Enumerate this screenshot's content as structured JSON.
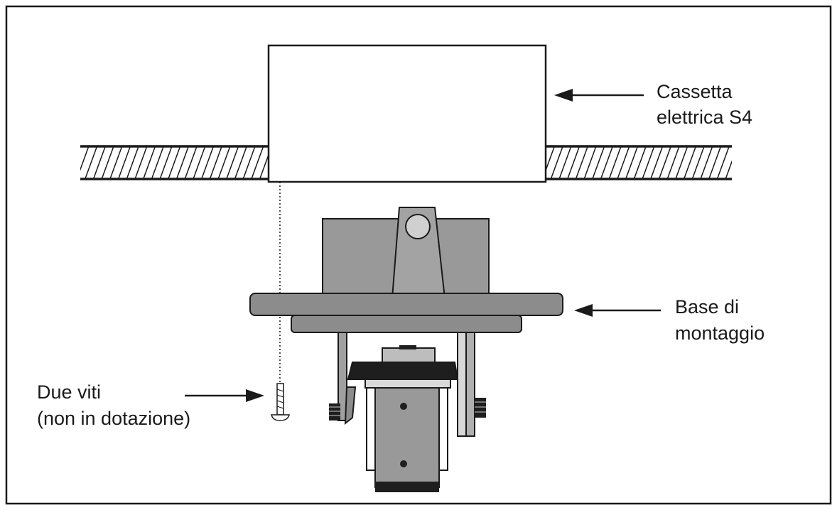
{
  "labels": {
    "electrical_box": [
      "Cassetta",
      "elettrica S4"
    ],
    "mounting_base": [
      "Base di",
      "montaggio"
    ],
    "screws": [
      "Due viti",
      "(non in dotazione)"
    ]
  },
  "colors": {
    "line": "#1a1a1a",
    "base_gray": "#8c8c8c",
    "body_gray": "#999999",
    "dark": "#1e1e1e",
    "light": "#cfcfcf",
    "background": "#ffffff"
  }
}
